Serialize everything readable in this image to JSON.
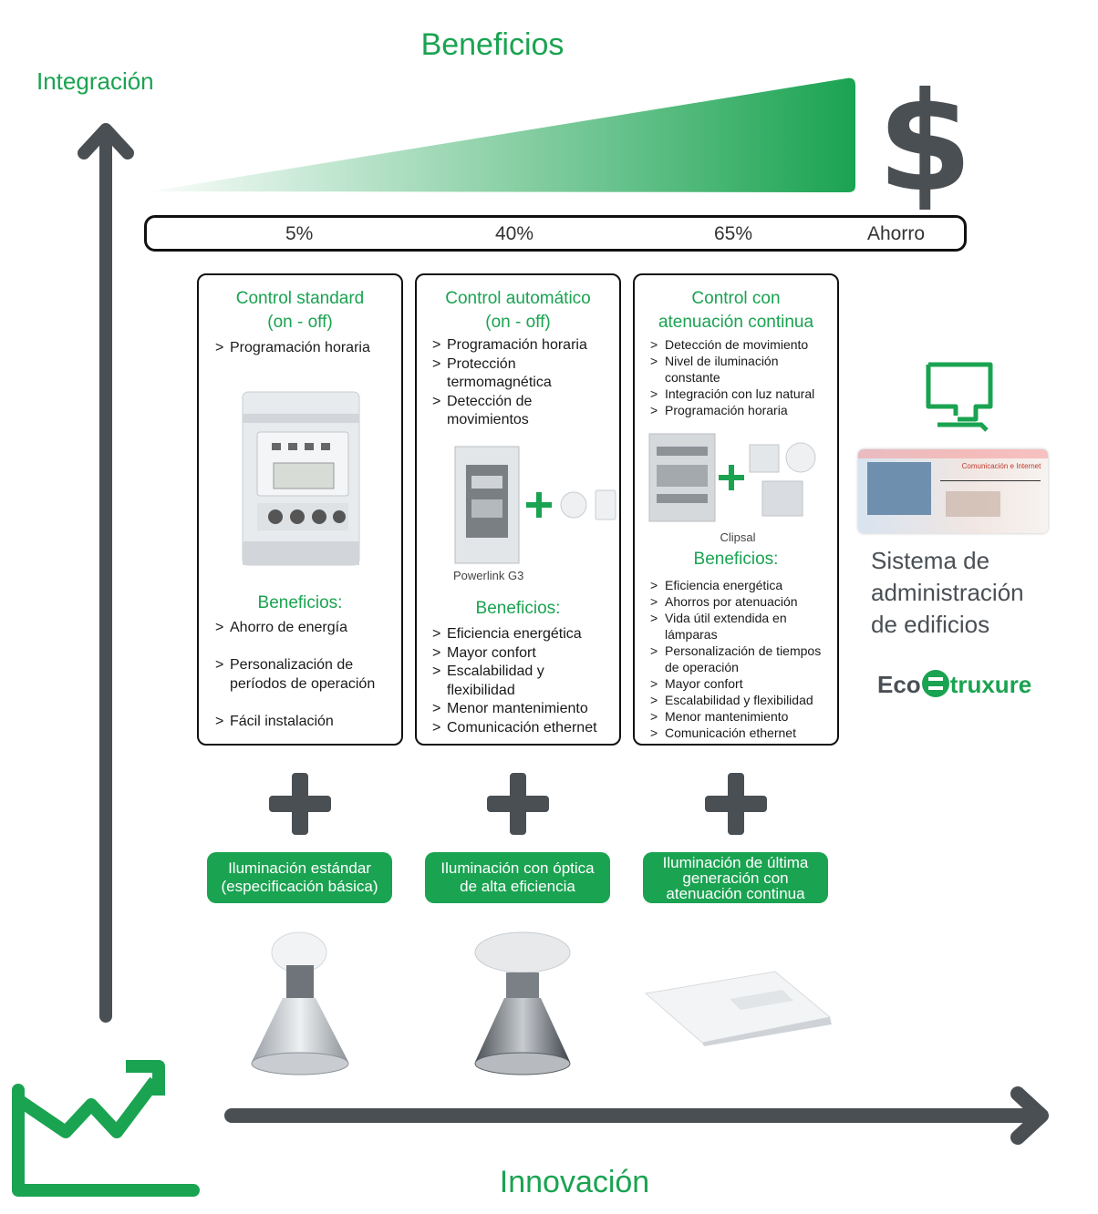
{
  "header": {
    "title": "Beneficios"
  },
  "axes": {
    "y_label": "Integración",
    "x_label": "Innovación"
  },
  "cost_symbol": "$",
  "savings_bar": {
    "values": [
      "5%",
      "40%",
      "65%"
    ],
    "label": "Ahorro"
  },
  "cards": [
    {
      "title_line1": "Control standard",
      "title_line2": "(on - off)",
      "features": [
        "Programación horaria"
      ],
      "benefits_title": "Beneficios:",
      "benefits": [
        "Ahorro de energía",
        "Personalización de períodos de operación",
        "Fácil instalación"
      ],
      "benefits_multi": [
        "Personalización de",
        "períodos de operación"
      ]
    },
    {
      "title_line1": "Control automático",
      "title_line2": "(on - off)",
      "features": [
        "Programación horaria",
        "Protección termomagnética",
        "Detección de movimientos"
      ],
      "product_caption": "Powerlink G3",
      "benefits_title": "Beneficios:",
      "benefits": [
        "Eficiencia energética",
        "Mayor confort",
        "Escalabilidad y flexibilidad",
        "Menor mantenimiento",
        "Comunicación ethernet"
      ]
    },
    {
      "title_line1": "Control con",
      "title_line2": "atenuación continua",
      "features": [
        "Detección de movimiento",
        "Nivel de iluminación constante",
        "Integración con luz natural",
        "Programación horaria"
      ],
      "product_caption": "Clipsal",
      "benefits_title": "Beneficios:",
      "benefits": [
        "Eficiencia energética",
        "Ahorros por atenuación",
        "Vida útil extendida en lámparas",
        "Personalización de tiempos de operación",
        "Mayor confort",
        "Escalabilidad y flexibilidad",
        "Menor mantenimiento",
        "Comunicación ethernet"
      ]
    }
  ],
  "lighting": [
    {
      "label_line1": "Iluminación estándar",
      "label_line2": "(especificación básica)"
    },
    {
      "label_line1": "Iluminación con óptica",
      "label_line2": "de alta eficiencia"
    },
    {
      "label_line1": "Iluminación de última",
      "label_line2": "generación con",
      "label_line3": "atenuación continua"
    }
  ],
  "bms": {
    "screen_heading": "Comunicación e Internet",
    "title_line1": "Sistema de",
    "title_line2": "administración",
    "title_line3": "de edificios",
    "brand_prefix": "Eco",
    "brand_suffix": "truxure"
  },
  "colors": {
    "accent": "#1aa351",
    "axis": "#4a4f54"
  },
  "icons": [
    "up-arrow-icon",
    "right-arrow-icon",
    "growth-chart-icon",
    "monitor-icon",
    "plus-icon"
  ]
}
